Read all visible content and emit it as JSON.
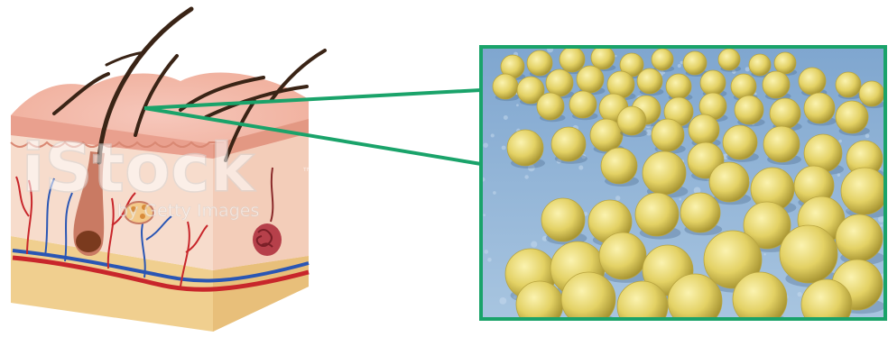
{
  "watermark": {
    "brand": "iStock",
    "credit": "by Getty Images",
    "trademark": "™"
  },
  "colors": {
    "callout": "#1aa36a",
    "epidermis": "#f1b9a8",
    "dermis": "#f7dccc",
    "subcutis": "#f0cf8f",
    "artery": "#c8262b",
    "vein": "#2a56b4",
    "hair": "#3a2416",
    "bacteria": "#e3d164",
    "background_surface": "#8fb3d6"
  },
  "diagram": {
    "subject": "skin cross-section with magnified bacteria",
    "inset": "magnified view of spherical bacteria on skin surface"
  }
}
